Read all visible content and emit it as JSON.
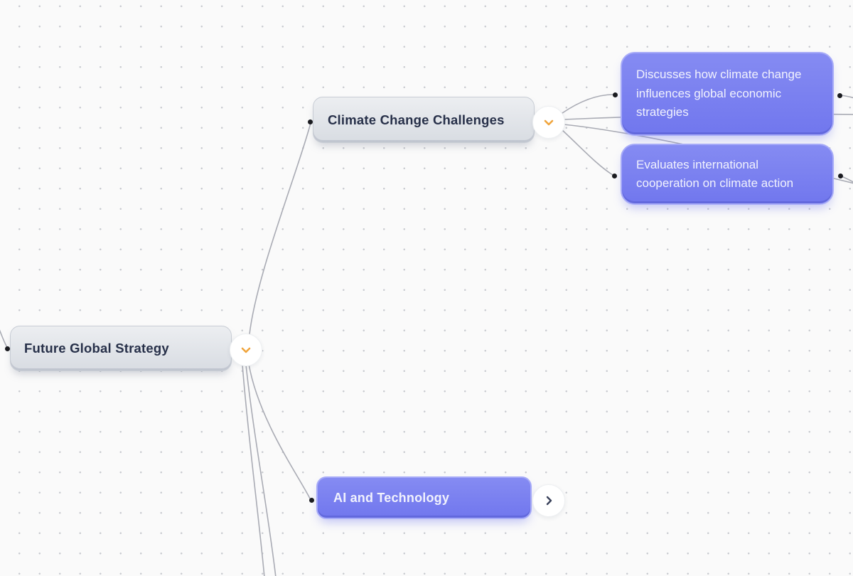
{
  "app": {
    "type": "mindmap-canvas"
  },
  "palette": {
    "background": "#fafafa",
    "grid_dot": "#c9cbd0",
    "edge": "#a9abb4",
    "topic_fill_top": "#858bf2",
    "topic_fill_bottom": "#7177ee",
    "topic_border": "#a7abf8",
    "topic_text": "#f1f2fd",
    "branch_fill_top": "#eceef1",
    "branch_fill_bottom": "#d8dce2",
    "branch_border": "#c7ccd4",
    "branch_text": "#273049",
    "chevron_expanded": "#f0a43c",
    "chevron_collapsed": "#39415a",
    "connector_dot": "#1a1b20"
  },
  "nodes": {
    "root": {
      "label": "Future Global Strategy",
      "state": "expanded"
    },
    "climate": {
      "label": "Climate Change Challenges",
      "state": "expanded"
    },
    "discusses": {
      "label": "Discusses how climate change influences global economic strategies"
    },
    "evaluates": {
      "label": "Evaluates international cooperation on climate action"
    },
    "ai": {
      "label": "AI and Technology",
      "state": "collapsed"
    }
  },
  "icons": {
    "expanded": "chevron-down",
    "collapsed": "chevron-right"
  }
}
